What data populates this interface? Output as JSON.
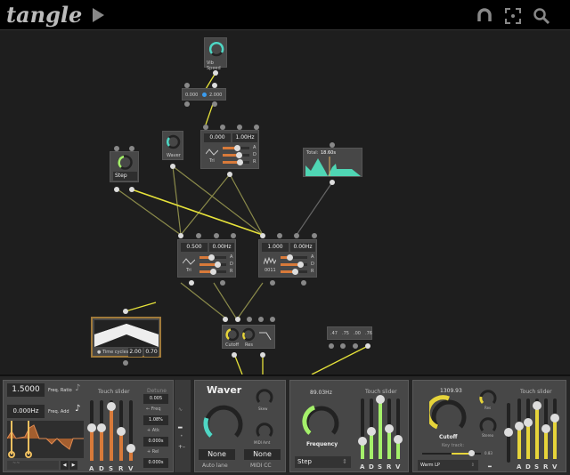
{
  "app": {
    "logo": "tangle",
    "icons": [
      "play-icon",
      "undo-icon",
      "fit-screen-icon",
      "search-icon"
    ]
  },
  "colors": {
    "accent_yellow": "#e6d43a",
    "accent_orange": "#d87a3a",
    "accent_green": "#a4f06a",
    "accent_teal": "#4fd6c4"
  },
  "nodes": {
    "vib_speed": {
      "label": "Vib Speed"
    },
    "range": {
      "min": "0.000",
      "max": "2.000"
    },
    "lfo_top": {
      "value": "0.000",
      "freq": "1.00Hz",
      "shape": "Tri",
      "sliders": [
        "A",
        "D",
        "R"
      ]
    },
    "waver": {
      "label": "Waver"
    },
    "step": {
      "label": "Step"
    },
    "total": {
      "label": "Total:",
      "value": "18.60s"
    },
    "lfo_left": {
      "value": "0.500",
      "freq": "0.00Hz",
      "shape": "Tri",
      "sliders": [
        "A",
        "D",
        "R"
      ]
    },
    "lfo_right": {
      "value": "1.000",
      "freq": "0.00Hz",
      "shape": "0011",
      "sliders": [
        "A",
        "D",
        "R"
      ]
    },
    "time_cycles": {
      "label": "Time cycles",
      "v1": "2.00",
      "v2": "0.70"
    },
    "filter": {
      "cutoff": "Cutoff",
      "res": "Res"
    },
    "values": [
      ".47",
      ".75",
      ".00",
      ".76"
    ]
  },
  "panel1": {
    "freq_ratio": "1.5000",
    "freq_ratio_label": "Freq. Ratio",
    "freq_add": "0.000Hz",
    "freq_add_label": "Freq. Add",
    "touch_slider": "Touch slider",
    "detune": "Detune",
    "detune_val": "0.005",
    "freq_btn": "← Freq",
    "atk_val": "1.08%",
    "atk_btn": "+ Atk",
    "rel_val": "0.000s",
    "rel_btn": "+ Rel",
    "last_val": "0.000s",
    "adsr": [
      "A",
      "D",
      "S",
      "R",
      "V"
    ],
    "slider_levels": [
      0.55,
      0.55,
      0.9,
      0.48,
      0.2
    ]
  },
  "panel2": {
    "title": "Waver",
    "skew": "Skew",
    "midi_amt": "MIDI Amt",
    "auto_lane_val": "None",
    "auto_lane": "Auto lane",
    "midi_cc_val": "None",
    "midi_cc": "MIDI CC"
  },
  "panel3": {
    "freq_val": "89.03Hz",
    "freq_label": "Frequency",
    "mode": "Step",
    "touch_slider": "Touch slider",
    "adsr": [
      "A",
      "D",
      "S",
      "R",
      "V"
    ],
    "slider_levels": [
      0.3,
      0.45,
      0.98,
      0.5,
      0.32
    ]
  },
  "panel4": {
    "cutoff_val": "1309.93",
    "cutoff": "Cutoff",
    "res": "Res",
    "stereo": "Stereo",
    "key_track": "Key track:",
    "key_track_val": "0.83",
    "key_track_level": 0.83,
    "filter_type": "Warm LP",
    "touch_slider": "Touch slider",
    "adsr": [
      "A",
      "D",
      "S",
      "R",
      "V"
    ],
    "slider_levels": [
      0.55,
      0.6,
      0.88,
      0.5,
      0.68
    ]
  }
}
